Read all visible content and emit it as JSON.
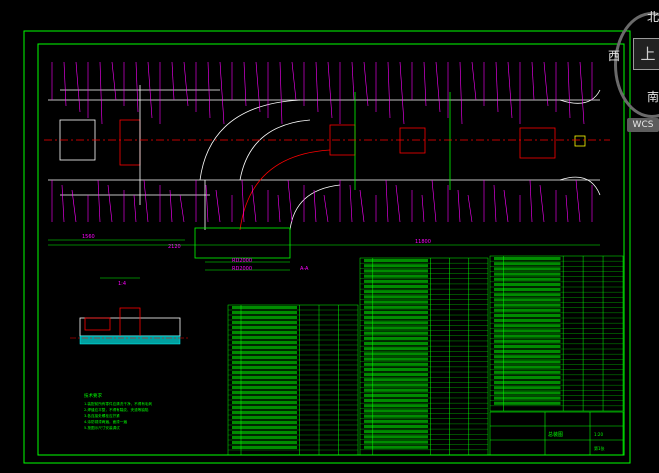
{
  "colors": {
    "background": "#000000",
    "frame": "#00ff00",
    "dimension": "#ff00ff",
    "outline": "#ffffff",
    "centerline": "#ff0000",
    "text_table": "#00ff00",
    "hatch": "#00ffff"
  },
  "navigation": {
    "north": "北",
    "west": "西",
    "south": "南",
    "face": "上",
    "wcs": "WCS"
  },
  "drawing": {
    "overall_width_label": "11800",
    "left_dim_label": "1560",
    "second_dim_label": "2120",
    "pit_dim_a": "RD2000",
    "pit_dim_b": "RD2000",
    "section_label": "1:4",
    "section_title": "A-A",
    "detail_title": "I",
    "notes_title": "技术要求",
    "notes": [
      "1.装配前所有零件应清洗干净，不得有毛刺",
      "2.焊缝应平整，不得有裂纹、夹渣等缺陷",
      "3.各连接处螺栓应拧紧",
      "4.涂防锈漆两遍，面漆一遍",
      "5.按图示尺寸安装调试"
    ]
  },
  "title_block": {
    "drawing_name": "总装图",
    "scale": "1:20",
    "sheet": "第1张"
  }
}
